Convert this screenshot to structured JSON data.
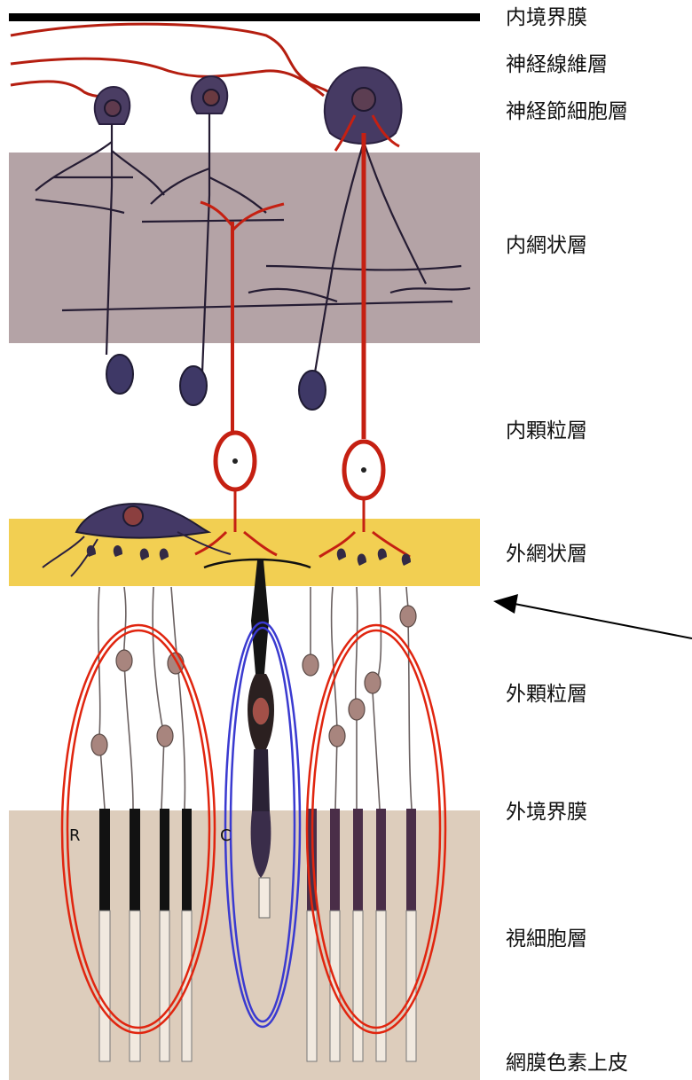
{
  "layer_labels": [
    "内境界膜",
    "神経線維層",
    "神経節細胞層",
    "内網状層",
    "内顆粒層",
    "外網状層",
    "外顆粒層",
    "外境界膜",
    "視細胞層",
    "網膜色素上皮"
  ],
  "cell_letters": {
    "rod": "R",
    "cone": "C"
  },
  "colors": {
    "inner_plexiform_band": "#b4a3a6",
    "outer_plexiform_band": "#f2cf52",
    "photoreceptor_band": "#ddcdbc",
    "neuron_dark": "#3b2f52",
    "neuron_red": "#c52012",
    "rod_outline": "#e0250f",
    "cone_outline": "#3a3ad0"
  }
}
